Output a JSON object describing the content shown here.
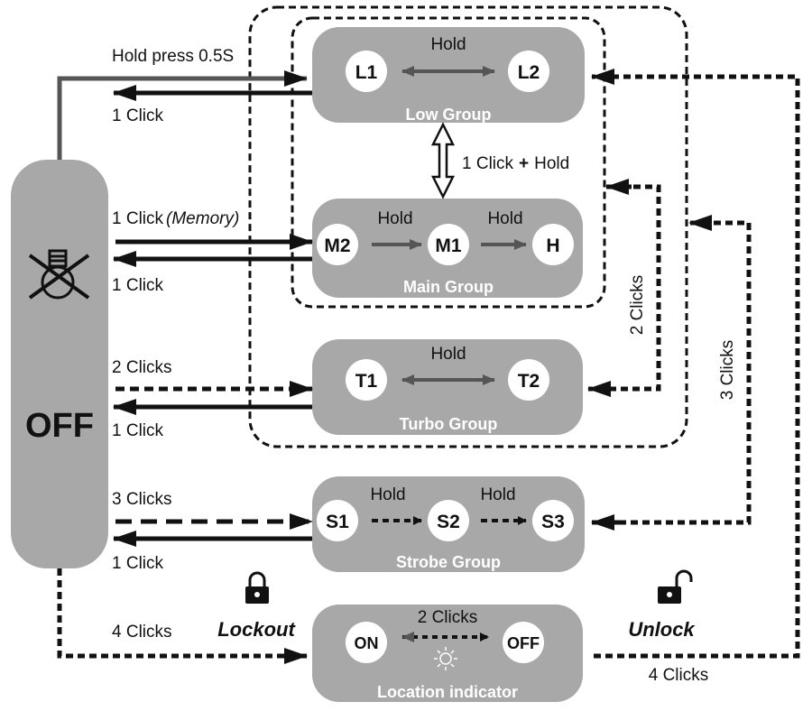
{
  "off_state": {
    "label": "OFF",
    "icon": "crossed-bulb-icon"
  },
  "groups": {
    "low": {
      "name": "Low Group",
      "modes": [
        "L1",
        "L2"
      ],
      "hold_label": "Hold"
    },
    "main": {
      "name": "Main Group",
      "modes": [
        "M2",
        "M1",
        "H"
      ],
      "hold_label_1": "Hold",
      "hold_label_2": "Hold"
    },
    "turbo": {
      "name": "Turbo Group",
      "modes": [
        "T1",
        "T2"
      ],
      "hold_label": "Hold"
    },
    "strobe": {
      "name": "Strobe Group",
      "modes": [
        "S1",
        "S2",
        "S3"
      ],
      "hold_label_1": "Hold",
      "hold_label_2": "Hold"
    },
    "location": {
      "name": "Location indicator",
      "modes": [
        "ON",
        "OFF"
      ],
      "toggle_label": "2 Clicks",
      "icon": "sun-indicator-icon"
    }
  },
  "transitions": {
    "hold_press": "Hold press 0.5S",
    "low_return": "1 Click",
    "low_main": "1 Click",
    "low_main_plus": "+",
    "low_main_hold": "Hold",
    "main_click": "1 Click",
    "main_memory": "(Memory)",
    "main_return": "1 Click",
    "turbo_clicks": "2 Clicks",
    "turbo_return": "1 Click",
    "strobe_clicks": "3 Clicks",
    "strobe_return": "1 Click",
    "location_clicks": "4 Clicks",
    "right_two_clicks": "2 Clicks",
    "right_three_clicks": "3 Clicks",
    "right_four_clicks": "4 Clicks"
  },
  "lock": {
    "lockout_label": "Lockout",
    "unlock_label": "Unlock",
    "lock_icon": "padlock-closed-icon",
    "unlock_icon": "padlock-open-icon"
  },
  "colors": {
    "group_fill": "#a8a8a8",
    "node_fill": "#ffffff",
    "line": "#111111",
    "inner_arrow": "#555555"
  }
}
